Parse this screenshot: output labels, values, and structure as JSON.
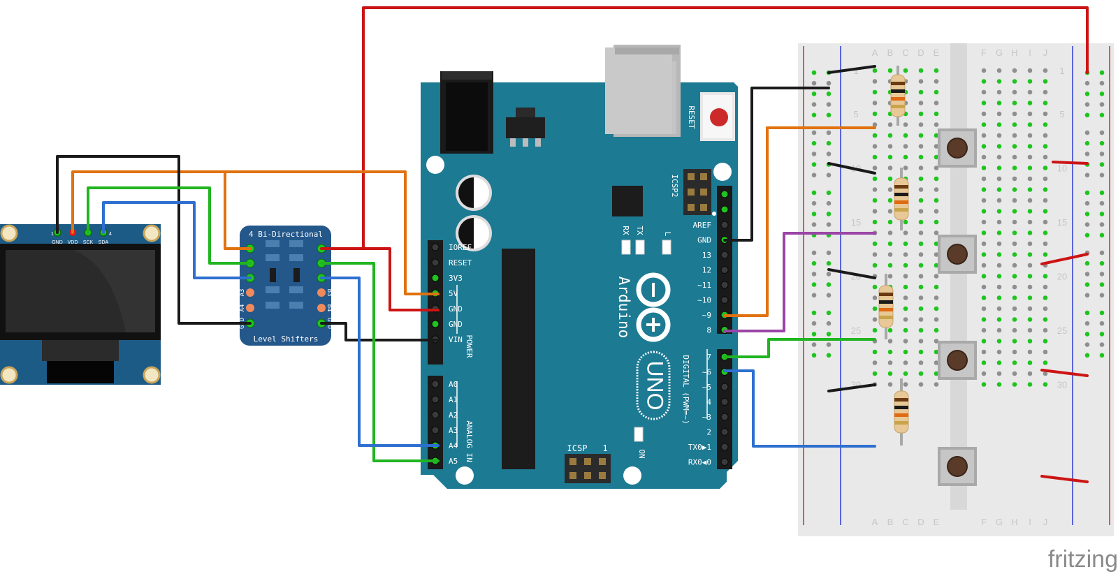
{
  "oled": {
    "pins": [
      {
        "num": "1",
        "label": "GND"
      },
      {
        "num": "",
        "label": "VDD"
      },
      {
        "num": "",
        "label": "SCK"
      },
      {
        "num": "4",
        "label": "SDA"
      }
    ]
  },
  "level_shifter": {
    "title": "4 Bi-Directional",
    "footer": "Level Shifters",
    "left_labels": [
      "A3",
      "A4"
    ],
    "right_labels": [
      "B3",
      "B4"
    ],
    "left_gnd": "GND",
    "right_gnd": "GND"
  },
  "arduino": {
    "brand": "Arduino",
    "model": "UNO",
    "reset_label": "RESET",
    "icsp2_label": "ICSP2",
    "icsp_label": "ICSP",
    "icsp_one": "1",
    "on_label": "ON",
    "led_labels": [
      "L",
      "TX",
      "RX"
    ],
    "power_pins": [
      "IOREF",
      "RESET",
      "3V3",
      "5V",
      "GND",
      "GND",
      "VIN"
    ],
    "power_group_label": "POWER",
    "analog_pins": [
      "A0",
      "A1",
      "A2",
      "A3",
      "A4",
      "A5"
    ],
    "analog_group_label": "ANALOG IN",
    "digital_top_pins": [
      "AREF",
      "GND",
      "13",
      "12",
      "~11",
      "~10",
      "~9",
      "8"
    ],
    "digital_bottom_pins": [
      "7",
      "~6",
      "~5",
      "4",
      "~3",
      "2",
      "TX0▶1",
      "RX0◀0"
    ],
    "digital_group_label": "DIGITAL (PWM=~)"
  },
  "breadboard": {
    "columns_left": [
      "A",
      "B",
      "C",
      "D",
      "E"
    ],
    "columns_right": [
      "F",
      "G",
      "H",
      "I",
      "J"
    ],
    "row_numbers": [
      "1",
      "5",
      "10",
      "15",
      "20",
      "25",
      "30"
    ]
  },
  "watermark": "fritzing",
  "colors": {
    "wire_red": "#cc1414",
    "wire_orange": "#e0720f",
    "wire_green": "#21b521",
    "wire_blue": "#2e6fd0",
    "wire_black": "#1a1a1a",
    "wire_purple": "#9b45a6",
    "board_teal": "#1d7a93",
    "level_shifter_blue": "#24578a",
    "oled_blue": "#1d5b87",
    "breadboard_gray": "#e9e9e9"
  },
  "icons": [
    "arduino-infinity-logo",
    "tactile-push-button",
    "resistor",
    "oled-display",
    "dc-barrel-jack",
    "usb-b-connector"
  ]
}
